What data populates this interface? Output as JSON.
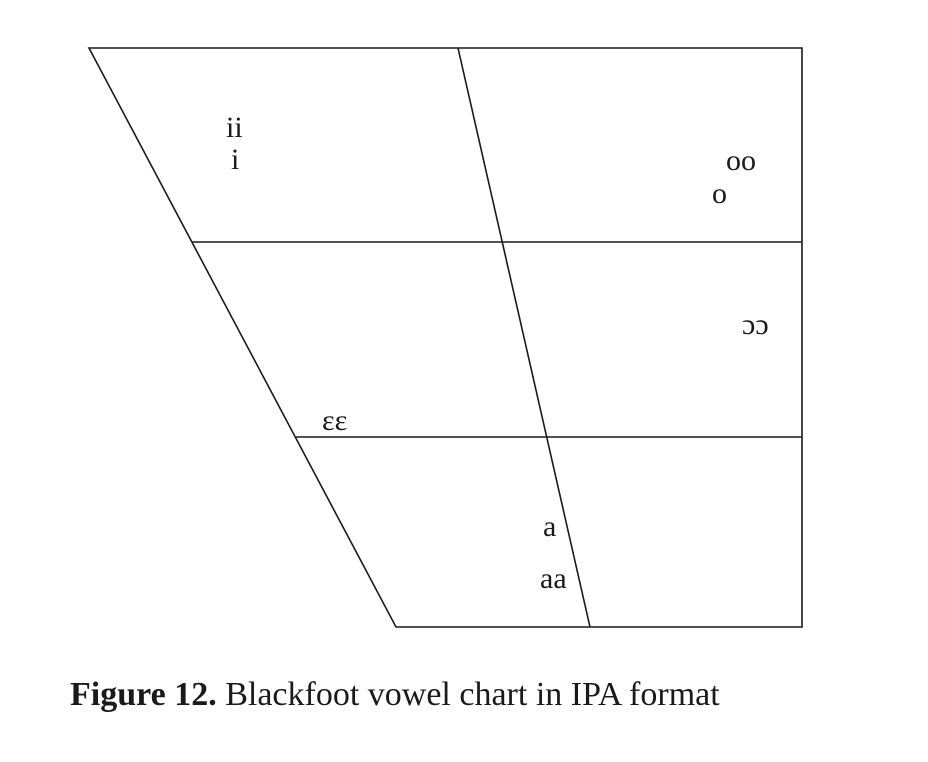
{
  "diagram": {
    "vowels": [
      {
        "id": "ii",
        "text": "ii"
      },
      {
        "id": "i",
        "text": "i"
      },
      {
        "id": "oo",
        "text": "oo"
      },
      {
        "id": "o",
        "text": "o"
      },
      {
        "id": "open-o-long",
        "text": "ɔɔ"
      },
      {
        "id": "epsilon-long",
        "text": "ɛɛ"
      },
      {
        "id": "a",
        "text": "a"
      },
      {
        "id": "aa",
        "text": "aa"
      }
    ]
  },
  "caption": {
    "label": "Figure 12.",
    "text": "Blackfoot vowel chart in IPA format"
  }
}
